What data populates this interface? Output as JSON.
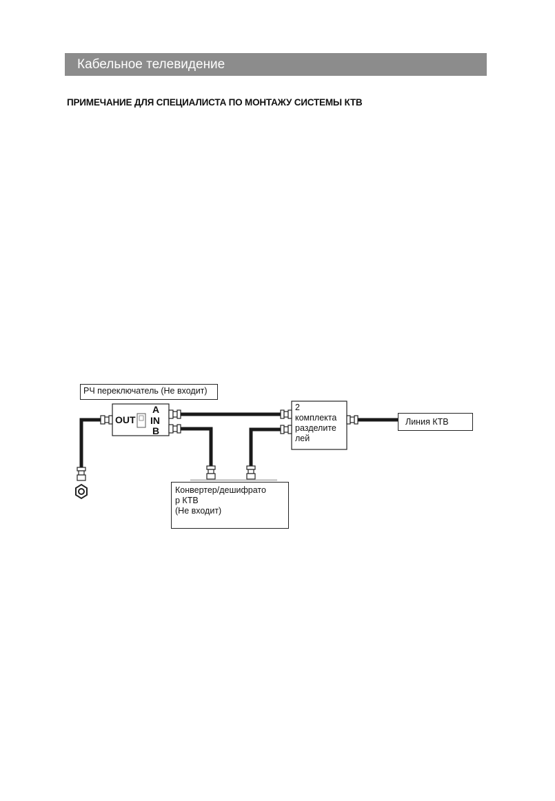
{
  "section": {
    "title": "Кабельное телевидение"
  },
  "note": {
    "heading": "ПРИМЕЧАНИЕ ДЛЯ СПЕЦИАЛИСТА ПО МОНТАЖУ СИСТЕМЫ КТВ"
  },
  "diagram": {
    "rf_switch_label": "РЧ переключатель (Не входит)",
    "switch_ports": {
      "out": "OUT",
      "a": "A",
      "in": "IN",
      "b": "B"
    },
    "splitter_label": "2\nкомплекта\nразделите\nлей",
    "ktv_line_label": "Линия КТВ",
    "converter_label": "Конвертер/дешифрато\nр КТВ\n(Не входит)"
  }
}
